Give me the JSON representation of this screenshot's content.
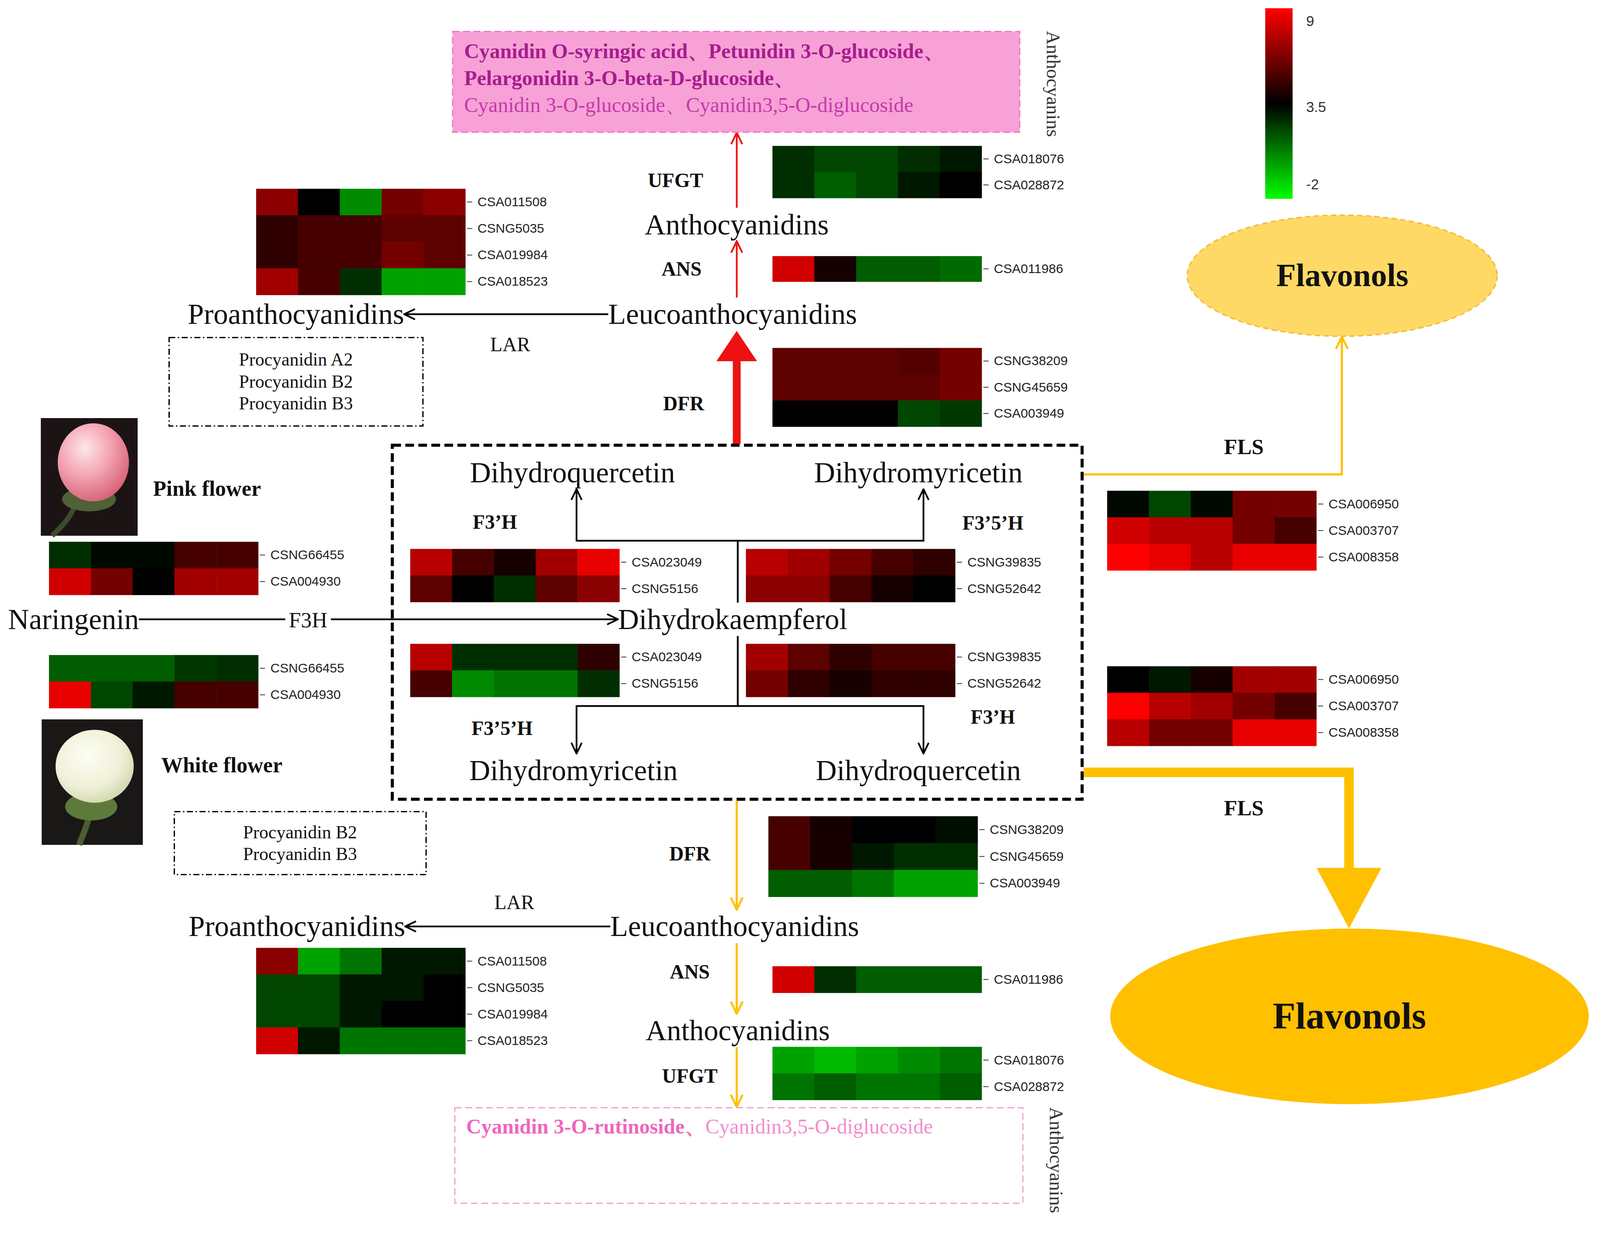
{
  "diagram": {
    "nodes": [
      {
        "text": [
          "Cyanidin O-syringic acid、Petunidin 3-O-glucoside、Pelargonidin 3-O-beta-D-glucoside、",
          "Cyanidin 3-O-glucoside、Cyanidin3,5-O-diglucoside",
          "Anthocyanins"
        ]
      },
      {
        "text": [
          "Anthocyanidins"
        ]
      },
      {
        "text": [
          "Leucoanthocyanidins"
        ]
      },
      {
        "text": [
          "Proanthocyanidins"
        ]
      },
      {
        "text": [
          "Procyanidin A2",
          "Procyanidin B2",
          "Procyanidin B3"
        ]
      },
      {
        "text": [
          "Flavonols"
        ]
      },
      {
        "text": [
          "Naringenin"
        ]
      },
      {
        "text": []
      },
      {
        "text": [
          "Dihydroquercetin"
        ],
        "in": 7
      },
      {
        "text": [
          "Dihydromyricetin"
        ],
        "in": 7
      },
      {
        "text": [
          "Dihydrokaempferol"
        ],
        "in": 7
      },
      {
        "text": [
          "Dihydromyricetin"
        ],
        "in": 7
      },
      {
        "text": [
          "Dihydroquercetin"
        ],
        "in": 7
      },
      {
        "text": [
          "Procyanidin B2",
          "Procyanidin B3"
        ]
      },
      {
        "text": [
          "Proanthocyanidins"
        ]
      },
      {
        "text": [
          "Leucoanthocyanidins"
        ]
      },
      {
        "text": [
          "Flavonols"
        ]
      },
      {
        "text": [
          "Anthocyanidins"
        ]
      },
      {
        "text": [
          "Cyanidin 3-O-rutinoside、",
          "Cyanidin3,5-O-diglucoside",
          "Anthocyanins"
        ]
      }
    ],
    "edges": [
      {
        "from": 1,
        "to": 0,
        "arrow": "to",
        "label": "UFGT"
      },
      {
        "from": 2,
        "to": 1,
        "arrow": "to",
        "label": "ANS"
      },
      {
        "from": 7,
        "to": 2,
        "arrow": "to",
        "label": "DFR"
      },
      {
        "from": 2,
        "to": 3,
        "arrow": "to",
        "label": "LAR"
      },
      {
        "from": 7,
        "to": 5,
        "arrow": "to",
        "label": "FLS"
      },
      {
        "from": 6,
        "to": 10,
        "arrow": "to",
        "label": "F3H"
      },
      {
        "from": 10,
        "to": 8,
        "arrow": "to",
        "label": "F3’H"
      },
      {
        "from": 10,
        "to": 9,
        "arrow": "to",
        "label": "F3’5’H"
      },
      {
        "from": 10,
        "to": 11,
        "arrow": "to",
        "label": "F3’5’H"
      },
      {
        "from": 10,
        "to": 12,
        "arrow": "to",
        "label": "F3’H"
      },
      {
        "from": 7,
        "to": 15,
        "arrow": "to",
        "label": "DFR"
      },
      {
        "from": 15,
        "to": 14,
        "arrow": "to",
        "label": "LAR"
      },
      {
        "from": 15,
        "to": 17,
        "arrow": "to",
        "label": "ANS"
      },
      {
        "from": 17,
        "to": 18,
        "arrow": "to",
        "label": "UFGT"
      },
      {
        "from": 7,
        "to": 16,
        "arrow": "to",
        "label": "FLS"
      }
    ],
    "labels": [
      "CSA018076",
      "CSA028872",
      "CSA011986",
      "CSA011508",
      "CSNG5035",
      "CSA019984",
      "CSA018523",
      "CSNG38209",
      "CSNG45659",
      "CSA003949",
      "Pink flower",
      "CSNG66455",
      "CSA004930",
      "CSA023049",
      "CSNG5156",
      "CSNG39835",
      "CSNG52642",
      "CSA006950",
      "CSA003707",
      "CSA008358",
      "CSNG66455",
      "CSA004930",
      "CSA023049",
      "CSNG5156",
      "CSNG39835",
      "CSNG52642",
      "CSA006950",
      "CSA003707",
      "CSA008358",
      "White flower",
      "CSNG38209",
      "CSNG45659",
      "CSA003949",
      "CSA011508",
      "CSNG5035",
      "CSA019984",
      "CSA018523",
      "CSA011986",
      "CSA018076",
      "CSA028872",
      "9",
      "3.5",
      "-2"
    ]
  }
}
